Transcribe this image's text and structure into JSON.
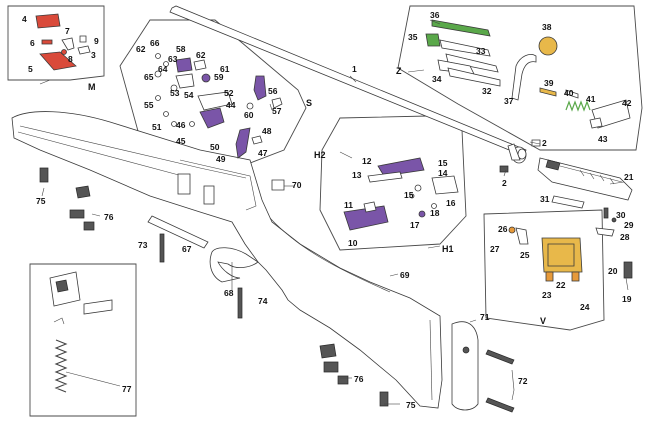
{
  "colors": {
    "red": "#d94a3a",
    "orange": "#e79a3a",
    "purple": "#7a55a8",
    "green": "#5aa84a",
    "yellow": "#e8b84a",
    "olive": "#8aa44a"
  },
  "groups": {
    "M": "M",
    "S": "S",
    "Z": "Z",
    "H1": "H1",
    "H2": "H2",
    "V": "V"
  },
  "labels": {
    "p1": "1",
    "p2a": "2",
    "p2b": "2",
    "p3": "3",
    "p4": "4",
    "p5": "5",
    "p6": "6",
    "p7": "7",
    "p8": "8",
    "p9": "9",
    "p10": "10",
    "p11": "11",
    "p12": "12",
    "p13": "13",
    "p14": "14",
    "p15a": "15",
    "p15b": "15",
    "p16": "16",
    "p17": "17",
    "p18": "18",
    "p19": "19",
    "p20": "20",
    "p21": "21",
    "p22": "22",
    "p23": "23",
    "p24": "24",
    "p25": "25",
    "p26": "26",
    "p27": "27",
    "p28": "28",
    "p29": "29",
    "p30": "30",
    "p31": "31",
    "p32": "32",
    "p33": "33",
    "p34": "34",
    "p35": "35",
    "p36": "36",
    "p37": "37",
    "p38": "38",
    "p39": "39",
    "p40": "40",
    "p41": "41",
    "p42": "42",
    "p43": "43",
    "p44": "44",
    "p45": "45",
    "p46": "46",
    "p47": "47",
    "p48": "48",
    "p49": "49",
    "p50": "50",
    "p51": "51",
    "p52": "52",
    "p53": "53",
    "p54": "54",
    "p55": "55",
    "p56": "56",
    "p57": "57",
    "p58": "58",
    "p59": "59",
    "p60": "60",
    "p61": "61",
    "p62a": "62",
    "p62b": "62",
    "p63": "63",
    "p64": "64",
    "p65": "65",
    "p66": "66",
    "p67": "67",
    "p68": "68",
    "p69": "69",
    "p70": "70",
    "p71": "71",
    "p72": "72",
    "p73": "73",
    "p74": "74",
    "p75a": "75",
    "p75b": "75",
    "p76a": "76",
    "p76b": "76",
    "p77": "77"
  }
}
